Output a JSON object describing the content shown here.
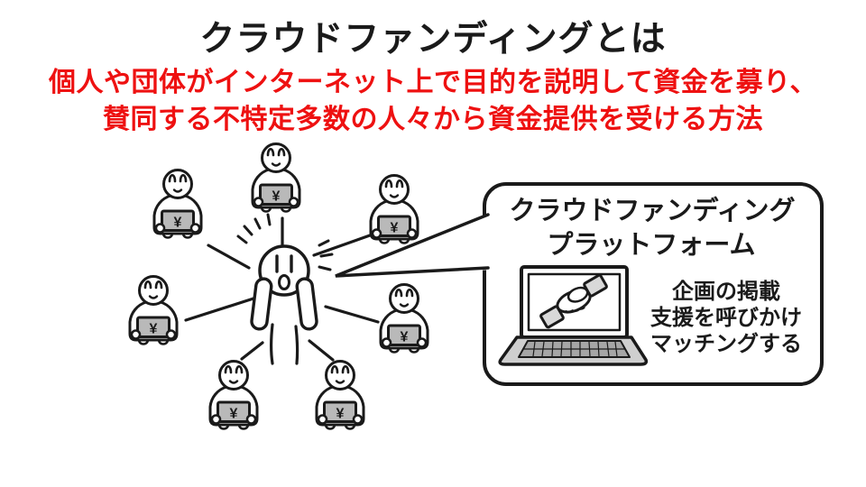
{
  "page": {
    "title": "クラウドファンディングとは",
    "subtitle_line1": "個人や団体がインターネット上で目的を説明して資金を募り、",
    "subtitle_line2": "賛同する不特定多数の人々から資金提供を受ける方法"
  },
  "bubble": {
    "title_line1": "クラウドファンディング",
    "title_line2": "プラットフォーム",
    "body_line1": "企画の掲載",
    "body_line2": "支援を呼びかけ",
    "body_line3": "マッチングする"
  },
  "diagram": {
    "currency_symbol": "¥",
    "supporter_count": 7,
    "central_figure": "calling-out-person",
    "bubble_pointer_target": "central-figure"
  },
  "colors": {
    "ink": "#1a1a1a",
    "accent_red": "#ee1111",
    "device_gray": "#b9b9b9",
    "laptop_gray": "#cfcfcf",
    "keyboard_gray": "#a6a6a6",
    "sleeve_gray": "#d9d9d9",
    "background": "#ffffff"
  }
}
